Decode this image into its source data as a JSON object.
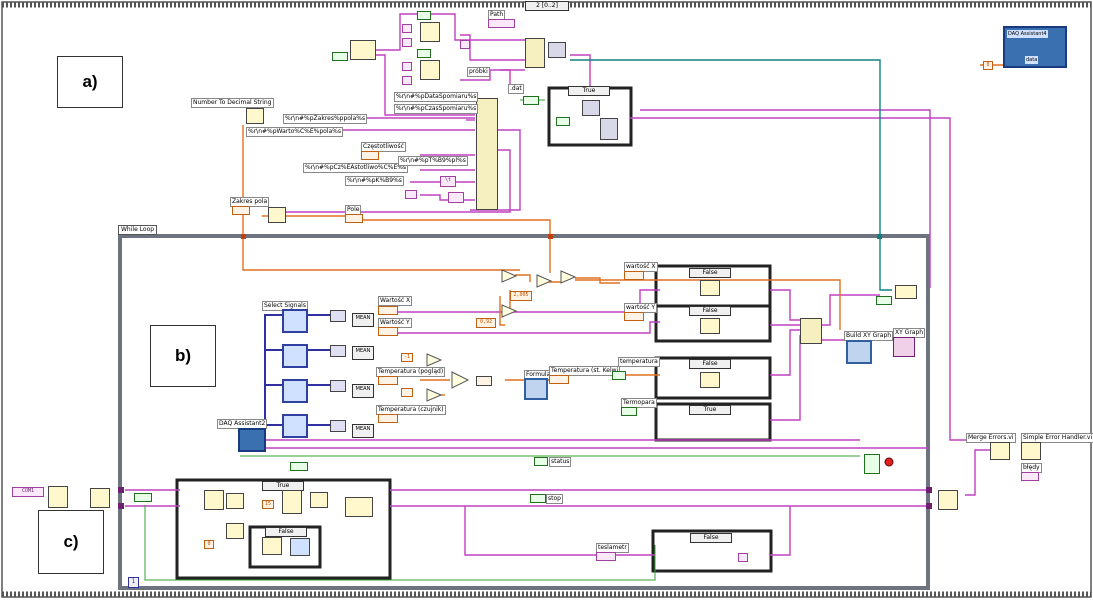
{
  "panels": {
    "a": "a)",
    "b": "b)",
    "c": "c)"
  },
  "top_selector": "2 [0..2]",
  "labels": {
    "number_to_decimal": "Number To Decimal String",
    "zakres_pola": "Zakres pola",
    "pole": "Pole",
    "while_loop": "While Loop",
    "select_signals": "Select Signals",
    "daq_assistant2": "DAQ Assistant2",
    "daq_assistant4": "DAQ Assistant4",
    "data": "data",
    "path": "Path",
    "probki": "próbki",
    "dat": ".dat",
    "wartosc_x": "Wartość X",
    "wartosc_y": "Wartość Y",
    "wartosc_x2": "wartość X",
    "wartosc_y2": "wartość Y",
    "temperatura_poglad": "Temperatura (pogląd)",
    "temperatura_czujnik": "Temperatura (czujnik)",
    "temperatura_kelwin": "Temperatura (st. Kelwi",
    "temperatura": "temperatura",
    "termopara": "Termopara",
    "formula": "Formula",
    "build_xy": "Build XY Graph",
    "xy_graph": "XY Graph",
    "merge_errors": "Merge Errors.vi",
    "simple_error": "Simple Error Handler.vi",
    "blady": "błędy",
    "status": "status",
    "stop": "stop",
    "teslametr": "teslametr",
    "com1": "COM1",
    "czestotliwosc": "Częstotliwość",
    "tab": "\\t",
    "mean": "MEAN"
  },
  "strings": [
    "%r\\n#%pDataSpomiaru%s",
    "%r\\n#%pCzasSpomiaru%s",
    "%r\\n#%pZakres%ppola%s",
    "%r\\n#%pWarto%C%E%pola%s",
    "%r\\n#%pCz%EAstotliwo%C%E%s",
    "%r\\n#%pK%B9%s",
    "%r\\n#%pT%B9%pl%s"
  ],
  "constants": {
    "c1": "-1",
    "c2": "2,005",
    "c3": "0,92",
    "c4": "15",
    "c5": "0",
    "c6": "1"
  },
  "case_labels": {
    "true": "True",
    "false": "False"
  },
  "colors": {
    "wire_pink": "#c040c0",
    "wire_orange": "#e07020",
    "wire_blue": "#3030a0",
    "wire_teal": "#108080",
    "wire_green": "#30a030",
    "loop_border": "#707880",
    "frame_border": "#333333"
  }
}
